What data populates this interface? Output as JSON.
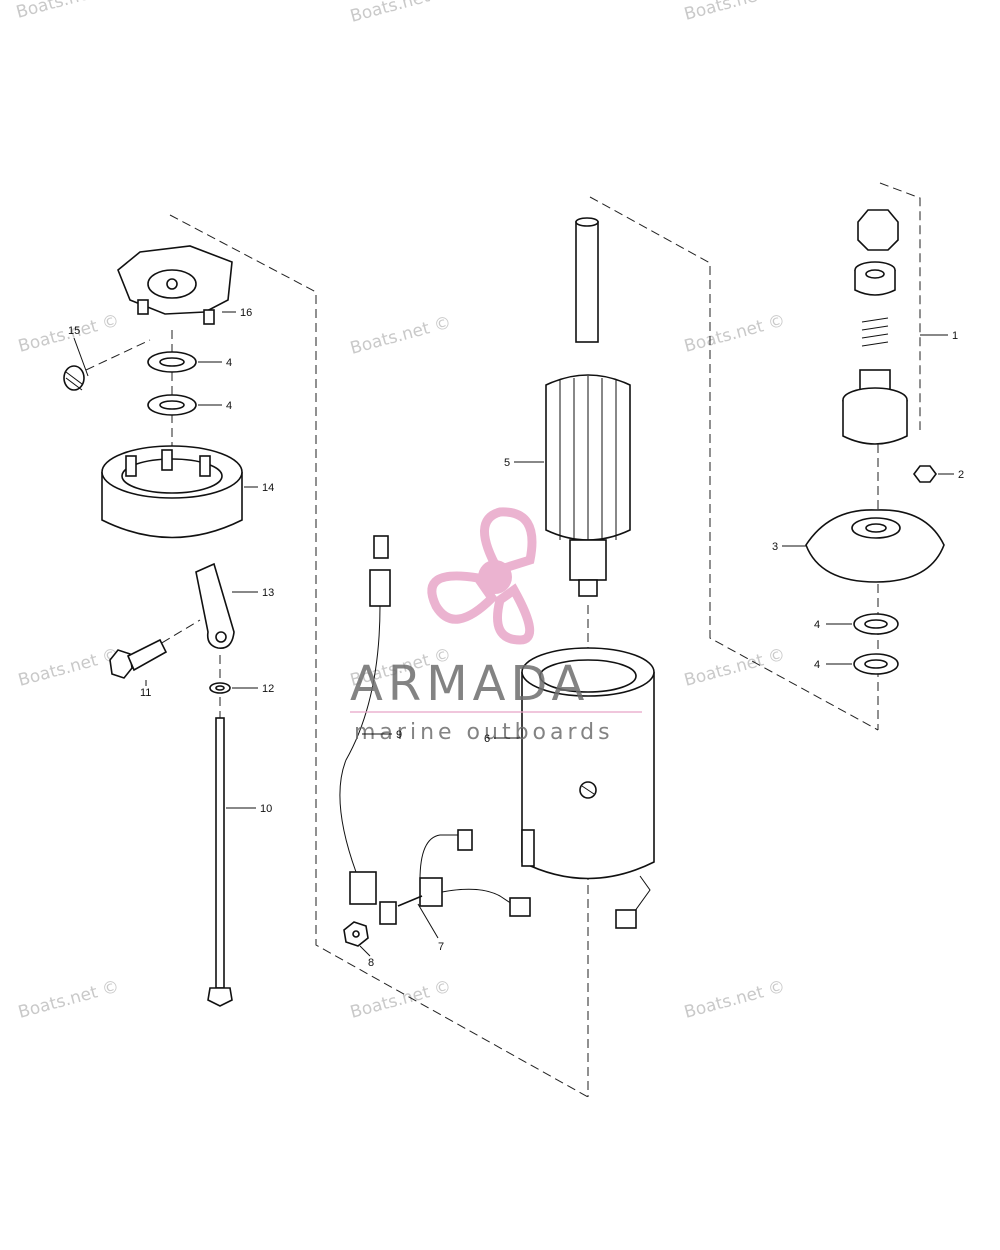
{
  "watermark": {
    "text": "Boats.net ©"
  },
  "brand": {
    "name": "ARMADA",
    "tagline": "marine outboards",
    "color": "#e8a6c8"
  },
  "callouts": {
    "c1": "1",
    "c2": "2",
    "c3": "3",
    "c4a": "4",
    "c4b": "4",
    "c4c": "4",
    "c4d": "4",
    "c5": "5",
    "c6": "6",
    "c7": "7",
    "c8": "8",
    "c9": "9",
    "c10": "10",
    "c11": "11",
    "c12": "12",
    "c13": "13",
    "c14": "14",
    "c15": "15",
    "c16": "16"
  }
}
